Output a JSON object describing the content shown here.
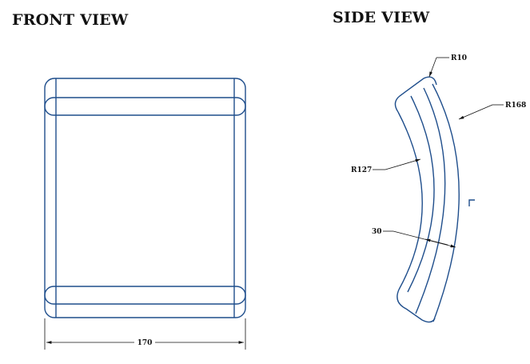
{
  "front_view": {
    "title": "FRONT VIEW",
    "width_label": "170"
  },
  "side_view": {
    "title": "SIDE VIEW",
    "labels": {
      "r10": "R10",
      "r168": "R168",
      "r127": "R127",
      "thickness": "30"
    }
  },
  "colors": {
    "outline": "#1f4e8c",
    "dimension": "#111111",
    "background": "#ffffff"
  }
}
